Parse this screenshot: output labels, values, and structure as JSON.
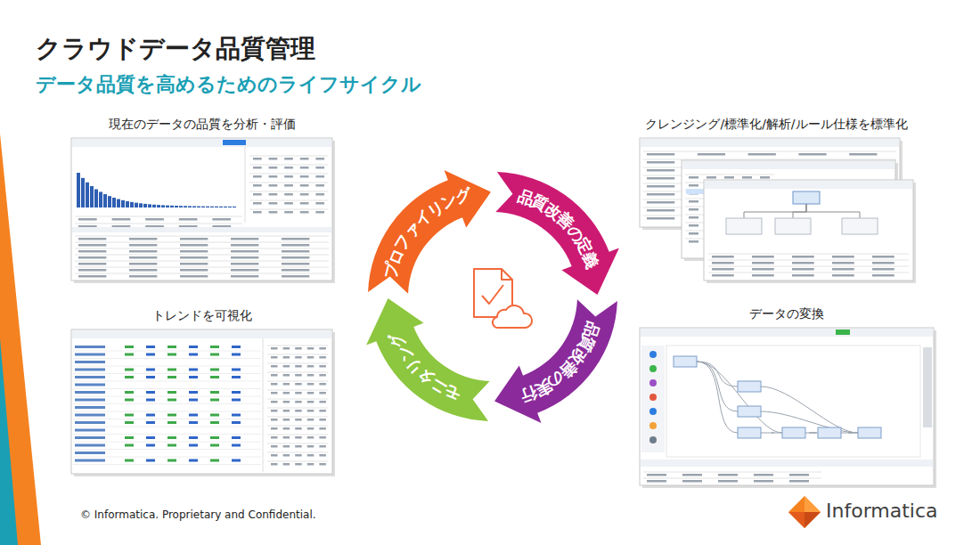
{
  "diagram": {
    "title": "クラウドデータ品質管理",
    "nodes": [
      {
        "text": [
          "現在のデータの品質を分析・評価"
        ]
      },
      {
        "text": [
          "クレンジング/標準化/解析/ルール仕様を標準化"
        ]
      },
      {
        "text": [
          "トレンドを可視化"
        ]
      },
      {
        "text": [
          "データの変換"
        ]
      },
      {
        "text": [
          "プロファイリング"
        ]
      },
      {
        "text": [
          "品質改善の定義"
        ]
      },
      {
        "text": [
          "品質改善の実行"
        ]
      },
      {
        "text": [
          "モニタリング"
        ]
      }
    ],
    "labels": [
      "データ品質を高めるためのライフサイクル",
      "© Informatica. Proprietary and Confidential.",
      "Informatica"
    ]
  }
}
